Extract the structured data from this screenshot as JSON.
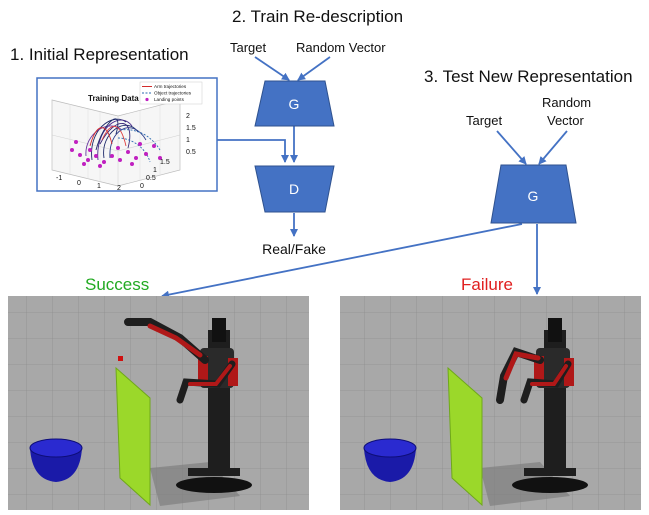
{
  "titles": {
    "step1": "1. Initial Representation",
    "step2": "2. Train Re-description",
    "step3": "3. Test New Representation"
  },
  "inputs": {
    "target_top": "Target",
    "random_top": "Random Vector",
    "target_right": "Target",
    "random_right_line1": "Random",
    "random_right_line2": "Vector"
  },
  "blocks": {
    "generator": "G",
    "discriminator": "D",
    "output": "Real/Fake"
  },
  "outcomes": {
    "success": "Success",
    "failure": "Failure",
    "success_color": "#22aa22",
    "failure_color": "#e02020"
  },
  "training_plot": {
    "title": "Training Data",
    "legend": [
      "Arm trajectories",
      "Object trajectories",
      "Landing points"
    ],
    "x_ticks": [
      "-1",
      "0",
      "1",
      "2"
    ],
    "y_ticks": [
      "0",
      "0.5",
      "1",
      "1.5"
    ],
    "z_ticks": [
      "0.5",
      "1",
      "1.5",
      "2"
    ]
  },
  "colors": {
    "block_fill": "#4472c4",
    "arrow": "#4472c4",
    "floor": "#a7a7a7",
    "board": "#9bd82a",
    "bowl": "#1a1aa8",
    "robot_red": "#b01818",
    "robot_dark": "#1e1e1e"
  }
}
